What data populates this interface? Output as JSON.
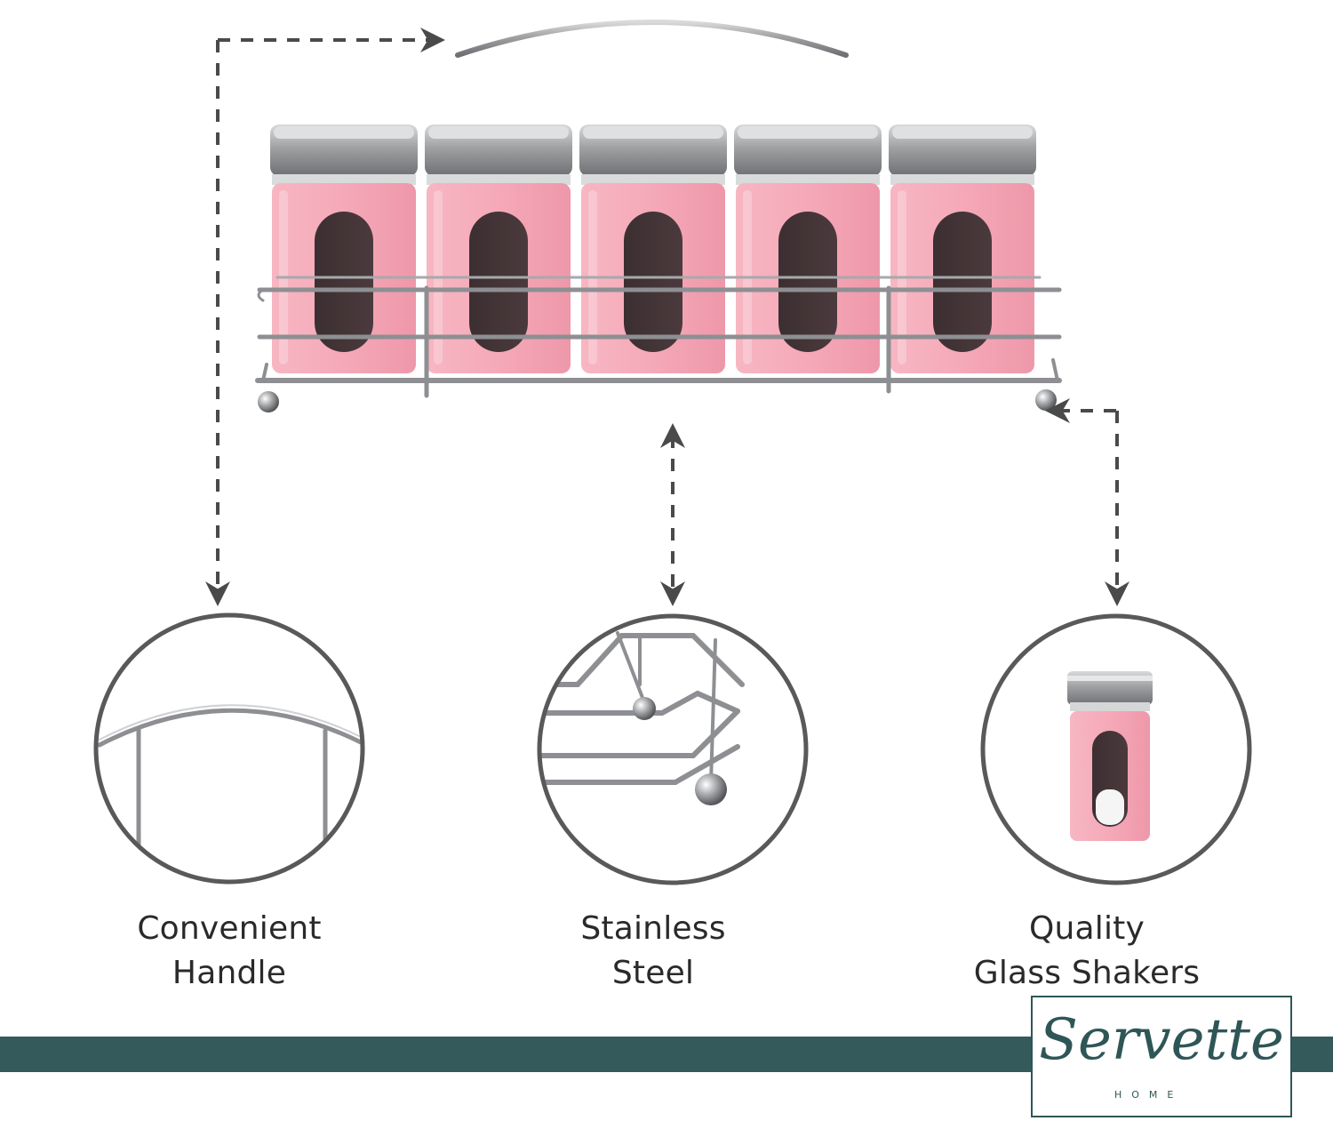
{
  "colors": {
    "band": "#355a5c",
    "logo": "#2f5656",
    "shaker_pink": "#f4a4b3",
    "metal": "#b4b6b8",
    "circle_stroke": "#595959",
    "arrow": "#4a4a4a",
    "caption": "#2a2a2a"
  },
  "features": [
    {
      "id": "handle",
      "line1": "Convenient",
      "line2": "Handle",
      "icon": "handle-closeup-icon"
    },
    {
      "id": "steel",
      "line1": "Stainless",
      "line2": "Steel",
      "icon": "rack-foot-closeup-icon"
    },
    {
      "id": "glass",
      "line1": "Quality",
      "line2": "Glass Shakers",
      "icon": "shaker-closeup-icon"
    }
  ],
  "product": {
    "shaker_count": 5,
    "icon": "spice-rack-icon"
  },
  "brand": {
    "script": "Servette",
    "sub": "HOME"
  }
}
